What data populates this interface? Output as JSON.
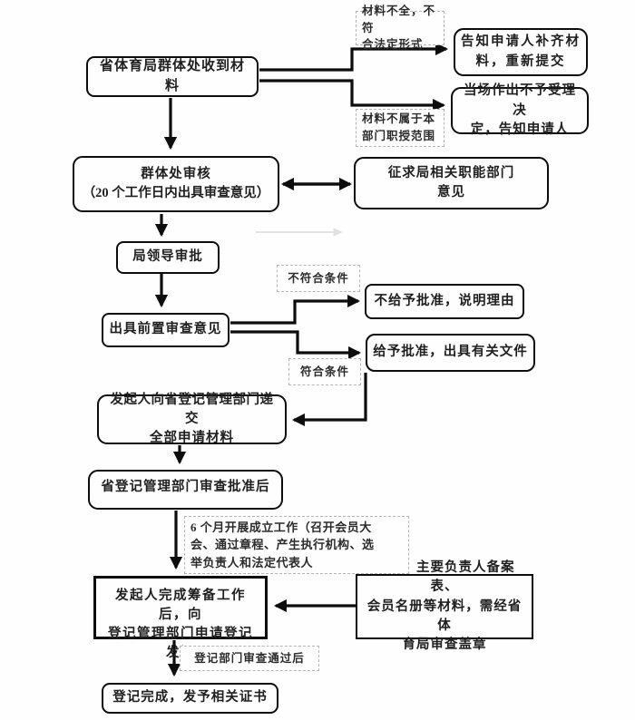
{
  "flowchart": {
    "nodes": {
      "receive_materials": {
        "label": "省体育局群体处收到材料"
      },
      "notify_resubmit": {
        "lines": [
          "告知申请人补齐材",
          "料，重新提交"
        ]
      },
      "reject_on_spot": {
        "lines": [
          "当场作出不予受理决",
          "定，告知申请人"
        ]
      },
      "division_review": {
        "lines": [
          "群体处审核",
          "（20 个工作日内出具审查意见）"
        ]
      },
      "consult_departments": {
        "lines": [
          "征求局相关职能部门",
          "意见"
        ]
      },
      "leader_approval": {
        "label": "局领导审批"
      },
      "preliminary_opinion": {
        "label": "出具前置审查意见"
      },
      "no_approval": {
        "label": "不给予批准，说明理由"
      },
      "grant_approval": {
        "label": "给予批准，出具有关文件"
      },
      "submit_registration": {
        "lines": [
          "发起人向省登记管理部门递交",
          "全部申请材料"
        ]
      },
      "registration_approved": {
        "label": "省登记管理部门审查批准后"
      },
      "apply_certificate": {
        "lines": [
          "发起人完成筹备工作后，向",
          "登记管理部门申请登记发证"
        ]
      },
      "stamped_materials": {
        "lines": [
          "章程、主要负责人备案表、",
          "会员名册等材料，需经省体",
          "育局审查盖章"
        ]
      },
      "registration_complete": {
        "label": "登记完成，发予相关证书"
      }
    },
    "labels": {
      "incomplete_materials": {
        "lines": [
          "材料不全，不符",
          "合法定形式"
        ]
      },
      "outside_scope": {
        "lines": [
          "材料不属于本",
          "部门职授范围"
        ]
      },
      "not_qualified": {
        "label": "不符合条件"
      },
      "qualified": {
        "label": "符合条件"
      },
      "six_months": {
        "lines": [
          "6 个月开展成立工作（召开会员大",
          "会、通过章程、产生执行机构、选",
          "举负责人和法定代表人"
        ]
      },
      "review_passed": {
        "label": "登记部门审查通过后"
      }
    },
    "colors": {
      "line": "#111111",
      "faint_line": "#e2e2e2",
      "dashed_border": "#b5b5b5",
      "text": "#1f1f1f"
    }
  }
}
